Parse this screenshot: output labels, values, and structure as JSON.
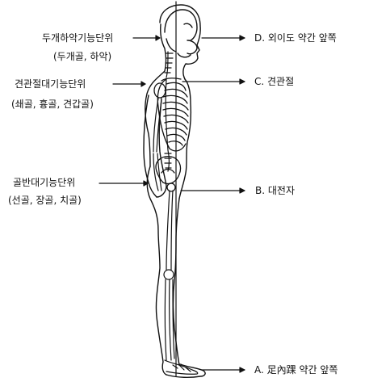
{
  "left_labels": {
    "head_unit": {
      "title": "두개하악기능단위",
      "sub": "(두개골, 하악)"
    },
    "shoulder_unit": {
      "title": "견관절대기능단위",
      "sub": "(쇄골, 흉골, 견갑골)"
    },
    "pelvis_unit": {
      "title": "골반대기능단위",
      "sub": "(선골, 장골, 치골)"
    }
  },
  "right_labels": {
    "d": "D. 외이도 약간 앞쪽",
    "c": "C. 견관절",
    "b": "B. 대전자",
    "a": "A. 足內踝 약간 앞쪽"
  },
  "colors": {
    "ink": "#111111",
    "bone_fill": "#ffffff"
  }
}
